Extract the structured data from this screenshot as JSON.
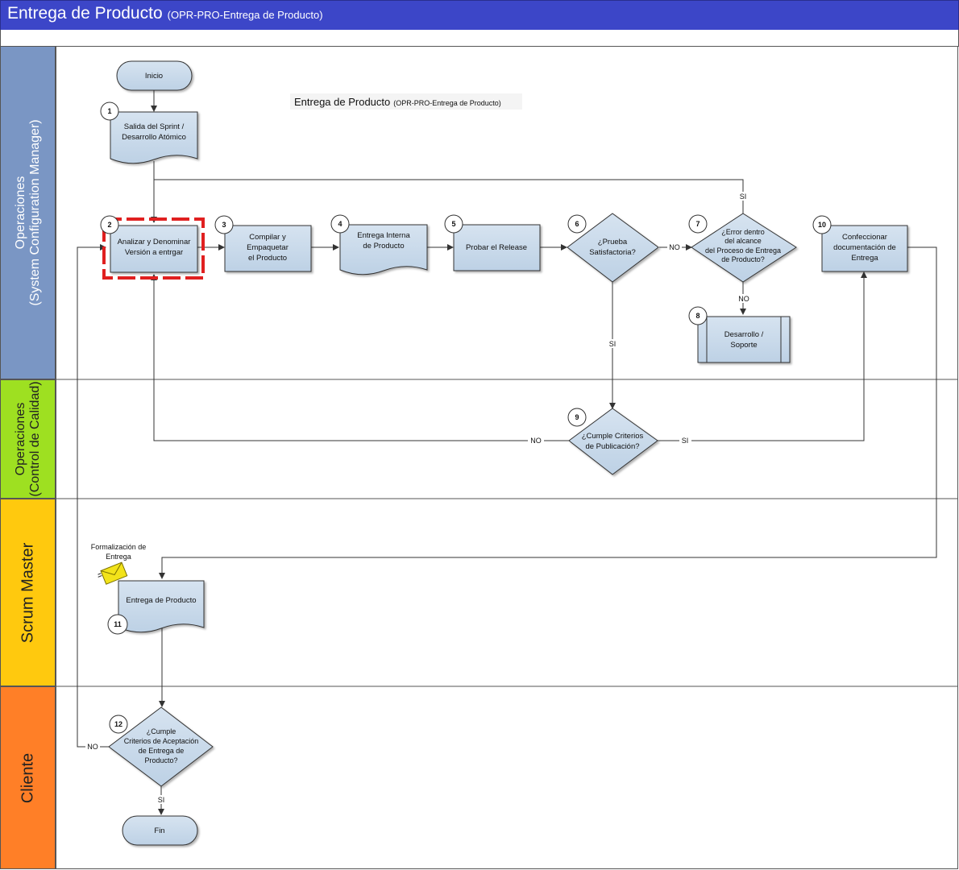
{
  "header": {
    "title": "Entrega de Producto",
    "code": "(OPR-PRO-Entrega de Producto)"
  },
  "diagram_title": {
    "main": "Entrega de Producto",
    "code": "(OPR-PRO-Entrega de Producto)"
  },
  "lanes": [
    {
      "line1": "Operaciones",
      "line2": "(System Configuration Manager)",
      "color": "#7a96c4"
    },
    {
      "line1": "Operaciones",
      "line2": "(Control de Calidad)",
      "color": "#9ee021"
    },
    {
      "line1": "Scrum Master",
      "line2": "",
      "color": "#ffc90e"
    },
    {
      "line1": "Cliente",
      "line2": "",
      "color": "#ff7f27"
    }
  ],
  "shapes": {
    "start": {
      "line1": "Inicio"
    },
    "s1": {
      "num": "1",
      "line1": "Salida del Sprint /",
      "line2": "Desarrollo Atómico"
    },
    "s2": {
      "num": "2",
      "line1": "Analizar y Denominar",
      "line2": "Versión a entrgar"
    },
    "s3": {
      "num": "3",
      "line1": "Compilar y",
      "line2": "Empaquetar",
      "line3": "el Producto"
    },
    "s4": {
      "num": "4",
      "line1": "Entrega Interna",
      "line2": "de Producto"
    },
    "s5": {
      "num": "5",
      "line1": "Probar el Release"
    },
    "s6": {
      "num": "6",
      "line1": "¿Prueba",
      "line2": "Satisfactoria?"
    },
    "s7": {
      "num": "7",
      "line1": "¿Error dentro",
      "line2": "del alcance",
      "line3": "del Proceso de Entrega",
      "line4": "de Producto?"
    },
    "s8": {
      "num": "8",
      "line1": "Desarrollo /",
      "line2": "Soporte"
    },
    "s9": {
      "num": "9",
      "line1": "¿Cumple Criterios",
      "line2": "de Publicación?"
    },
    "s10": {
      "num": "10",
      "line1": "Confeccionar",
      "line2": "documentación de",
      "line3": "Entrega"
    },
    "s11": {
      "num": "11",
      "line1": "Entrega de Producto"
    },
    "s12": {
      "num": "12",
      "line1": "¿Cumple",
      "line2": "Criterios de Aceptación",
      "line3": "de  Entrega de",
      "line4": "Producto?"
    },
    "end": {
      "line1": "Fin"
    }
  },
  "mail": {
    "line1": "Formalización de",
    "line2": "Entrega"
  },
  "labels": {
    "si": "SI",
    "no": "NO"
  },
  "colors": {
    "shape_fill": "#c5d7e8",
    "highlight": "#e02020",
    "header": "#3c46c8"
  }
}
